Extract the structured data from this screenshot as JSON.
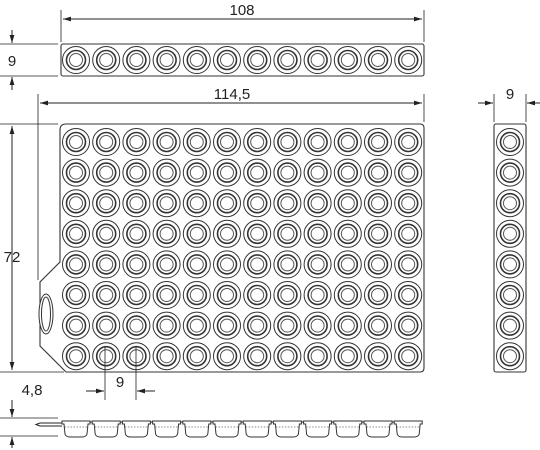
{
  "dimensions": {
    "strip_length": "108",
    "strip_height": "9",
    "plate_width": "114,5",
    "plate_height": "72",
    "well_pitch": "9",
    "column_width": "9",
    "strip_profile_height": "4,8"
  },
  "grid": {
    "rows": 8,
    "cols": 12
  }
}
